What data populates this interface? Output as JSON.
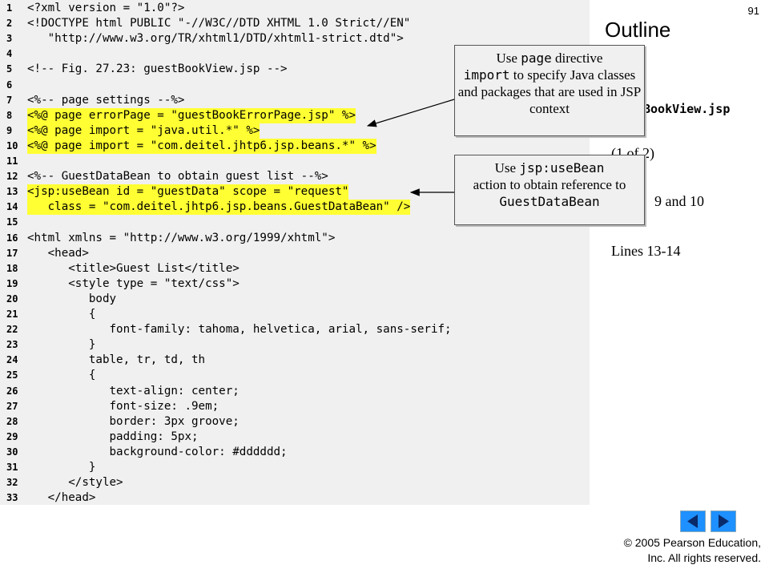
{
  "page_number": "91",
  "outline": {
    "title": "Outline",
    "file_label": "BookView.jsp",
    "part": "(1 of 2)",
    "lines_note_1": "9 and 10",
    "lines_note_2": "Lines 13-14"
  },
  "callouts": [
    {
      "pre": "Use ",
      "code": "page",
      "mid": " directive",
      "code2": "import",
      "post": " to specify Java classes and packages that are used in JSP context"
    },
    {
      "pre": "Use ",
      "code": "jsp:useBean",
      "mid": " action to obtain reference to ",
      "code2": "GuestDataBean",
      "post": ""
    }
  ],
  "code_lines": [
    {
      "n": "1",
      "text": "<?xml version = \"1.0\"?>",
      "highlight": false
    },
    {
      "n": "2",
      "text": "<!DOCTYPE html PUBLIC \"-//W3C//DTD XHTML 1.0 Strict//EN\"",
      "highlight": false
    },
    {
      "n": "3",
      "text": "   \"http://www.w3.org/TR/xhtml1/DTD/xhtml1-strict.dtd\">",
      "highlight": false
    },
    {
      "n": "4",
      "text": "",
      "highlight": false
    },
    {
      "n": "5",
      "text": "<!-- Fig. 27.23: guestBookView.jsp -->",
      "highlight": false
    },
    {
      "n": "6",
      "text": "",
      "highlight": false
    },
    {
      "n": "7",
      "text": "<%-- page settings --%>",
      "highlight": false
    },
    {
      "n": "8",
      "text": "<%@ page errorPage = \"guestBookErrorPage.jsp\" %>",
      "highlight": true
    },
    {
      "n": "9",
      "text": "<%@ page import = \"java.util.*\" %>",
      "highlight": true
    },
    {
      "n": "10",
      "text": "<%@ page import = \"com.deitel.jhtp6.jsp.beans.*\" %>",
      "highlight": true
    },
    {
      "n": "11",
      "text": "",
      "highlight": false
    },
    {
      "n": "12",
      "text": "<%-- GuestDataBean to obtain guest list --%>",
      "highlight": false
    },
    {
      "n": "13",
      "text": "<jsp:useBean id = \"guestData\" scope = \"request\"",
      "highlight": true
    },
    {
      "n": "14",
      "text": "   class = \"com.deitel.jhtp6.jsp.beans.GuestDataBean\" />",
      "highlight": true
    },
    {
      "n": "15",
      "text": "",
      "highlight": false
    },
    {
      "n": "16",
      "text": "<html xmlns = \"http://www.w3.org/1999/xhtml\">",
      "highlight": false
    },
    {
      "n": "17",
      "text": "   <head>",
      "highlight": false
    },
    {
      "n": "18",
      "text": "      <title>Guest List</title>",
      "highlight": false
    },
    {
      "n": "19",
      "text": "      <style type = \"text/css\">",
      "highlight": false
    },
    {
      "n": "20",
      "text": "         body",
      "highlight": false
    },
    {
      "n": "21",
      "text": "         {",
      "highlight": false
    },
    {
      "n": "22",
      "text": "            font-family: tahoma, helvetica, arial, sans-serif;",
      "highlight": false
    },
    {
      "n": "23",
      "text": "         }",
      "highlight": false
    },
    {
      "n": "24",
      "text": "         table, tr, td, th",
      "highlight": false
    },
    {
      "n": "25",
      "text": "         {",
      "highlight": false
    },
    {
      "n": "26",
      "text": "            text-align: center;",
      "highlight": false
    },
    {
      "n": "27",
      "text": "            font-size: .9em;",
      "highlight": false
    },
    {
      "n": "28",
      "text": "            border: 3px groove;",
      "highlight": false
    },
    {
      "n": "29",
      "text": "            padding: 5px;",
      "highlight": false
    },
    {
      "n": "30",
      "text": "            background-color: #dddddd;",
      "highlight": false
    },
    {
      "n": "31",
      "text": "         }",
      "highlight": false
    },
    {
      "n": "32",
      "text": "      </style>",
      "highlight": false
    },
    {
      "n": "33",
      "text": "   </head>",
      "highlight": false
    }
  ],
  "nav": {
    "prev_icon": "triangle-left-icon",
    "next_icon": "triangle-right-icon"
  },
  "copyright": {
    "line1": "© 2005 Pearson Education,",
    "line2": "Inc.  All rights reserved."
  },
  "colors": {
    "highlight": "#ffff33",
    "panel": "#f0f0f0",
    "nav_button": "#1e90ff"
  }
}
